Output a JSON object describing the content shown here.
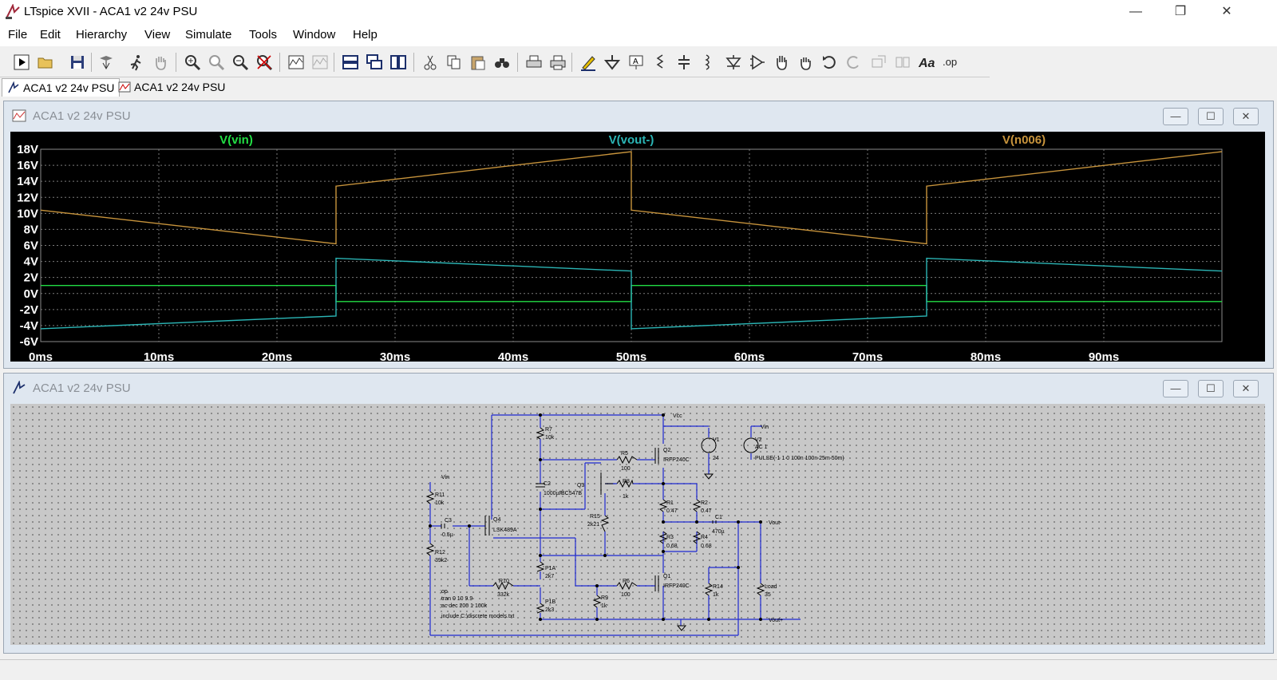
{
  "window": {
    "title": "LTspice XVII - ACA1 v2 24v PSU",
    "controls": {
      "minimize": "—",
      "restore": "❐",
      "close": "✕"
    }
  },
  "menu": [
    "File",
    "Edit",
    "Hierarchy",
    "View",
    "Simulate",
    "Tools",
    "Window",
    "Help"
  ],
  "toolbar_icons": [
    "run-icon",
    "open-icon",
    "save-icon",
    "control-panel-icon",
    "run-person-icon",
    "pan-hand-icon",
    "zoom-in-icon",
    "zoom-fit-icon",
    "zoom-out-icon",
    "zoom-cancel-icon",
    "waveform-icon",
    "waveform-grid-icon",
    "tile-horizontal-icon",
    "cascade-icon",
    "tile-vertical-icon",
    "cut-icon",
    "copy-icon",
    "paste-icon",
    "find-icon",
    "print-setup-icon",
    "print-icon",
    "wire-pencil-icon",
    "ground-icon",
    "label-icon",
    "resistor-icon",
    "capacitor-icon",
    "inductor-icon",
    "diode-icon",
    "component-icon",
    "move-hand-icon",
    "drag-hand-icon",
    "undo-icon",
    "redo-icon",
    "rotate-icon",
    "mirror-icon",
    "text-icon",
    "spice-directive-icon"
  ],
  "tabs": [
    {
      "label": "ACA1 v2 24v PSU",
      "icon": "schematic-tab-icon",
      "active": true
    },
    {
      "label": "ACA1 v2 24v PSU",
      "icon": "waveform-tab-icon",
      "active": false
    }
  ],
  "plot_window": {
    "title": "ACA1 v2 24v PSU",
    "traces": [
      {
        "name": "V(vin)",
        "color": "#22dd44"
      },
      {
        "name": "V(vout-)",
        "color": "#2bb5b5"
      },
      {
        "name": "V(n006)",
        "color": "#c8943c"
      }
    ],
    "y_ticks": [
      "18V",
      "16V",
      "14V",
      "12V",
      "10V",
      "8V",
      "6V",
      "4V",
      "2V",
      "0V",
      "-2V",
      "-4V",
      "-6V"
    ],
    "x_ticks": [
      "0ms",
      "10ms",
      "20ms",
      "30ms",
      "40ms",
      "50ms",
      "60ms",
      "70ms",
      "80ms",
      "90ms"
    ]
  },
  "chart_data": {
    "type": "line",
    "xlabel": "",
    "ylabel": "",
    "xlim": [
      0,
      100
    ],
    "ylim": [
      -6,
      18
    ],
    "grid": true,
    "legend": "top",
    "series": [
      {
        "name": "V(vin)",
        "x": [
          0,
          25,
          25,
          50,
          50,
          75,
          75,
          100
        ],
        "y": [
          1,
          1,
          -1,
          -1,
          1,
          1,
          -1,
          -1
        ]
      },
      {
        "name": "V(vout-)",
        "x": [
          0,
          25,
          25,
          50,
          50,
          75,
          75,
          100
        ],
        "y": [
          -4.4,
          -2.8,
          4.4,
          2.8,
          -4.4,
          -2.8,
          4.4,
          2.8
        ]
      },
      {
        "name": "V(n006)",
        "x": [
          0,
          25,
          25,
          50,
          50,
          75,
          75,
          100
        ],
        "y": [
          10.4,
          6.2,
          13.4,
          17.7,
          10.4,
          6.2,
          13.4,
          17.7
        ]
      }
    ]
  },
  "schematic_window": {
    "title": "ACA1 v2 24v PSU",
    "labels": {
      "vcc": "Vcc",
      "vin_top": "Vin",
      "vin_left": "Vin",
      "vout_minus": "Vout-",
      "vout_plus": "Vout+",
      "r7": "R7",
      "r7v": "10k",
      "r5": "R5",
      "r5v": "100",
      "q2": "Q2",
      "q2v": "IRFP240C",
      "v1": "V1",
      "v1v": "24",
      "v2": "V2",
      "v2ac": "AC 1",
      "v2pulse": "PULSE(-1 1 0 100n 100n 25m 50m)",
      "c2": "C2",
      "c2v": "1000µF",
      "q3": "Q3",
      "q3v": "BC547B",
      "r8": "R8",
      "r8v": "1k",
      "r11": "R11",
      "r11v": "10k",
      "c3": "C3",
      "c3v": "0.5µ",
      "q4": "Q4",
      "q4v": "LSK489A",
      "r15": "R15",
      "r15v": "2k21",
      "r1": "R1",
      "r1v": "0.47",
      "r2": "R2",
      "r2v": "0.47",
      "c1": "C1",
      "c1v": "470µ",
      "r3": "R3",
      "r3v": "0.68",
      "r4": "R4",
      "r4v": "0.68",
      "r12": "R12",
      "r12v": "39k2",
      "p1a": "P1A",
      "p1av": "2k7",
      "r10": "R10",
      "r10v": "332k",
      "r6": "R6",
      "r6v": "100",
      "q1": "Q1",
      "q1v": "IRFP240C",
      "r14": "R14",
      "r14v": "1k",
      "load": "Load",
      "loadv": "35",
      "r9": "R9",
      "r9v": "1k",
      "p1b": "P1B",
      "p1bv": "2k3",
      "d_op": ";op",
      "d_tran": ".tran 0 10 9.9",
      "d_ac": ";ac dec 200 1 100k",
      "d_inc": ".include C:\\discrete models.txt"
    }
  }
}
